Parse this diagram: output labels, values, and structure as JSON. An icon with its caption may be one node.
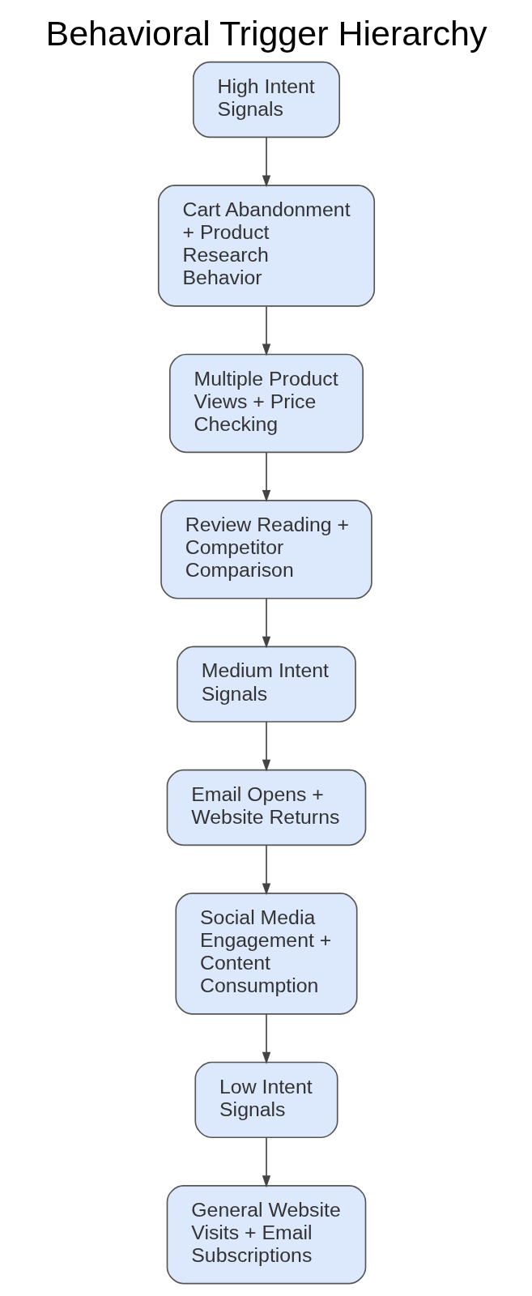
{
  "diagram": {
    "title": "Behavioral Trigger Hierarchy",
    "nodes": [
      {
        "text": [
          "High Intent Signals"
        ]
      },
      {
        "text": [
          "Cart Abandonment + Product Research Behavior"
        ]
      },
      {
        "text": [
          "Multiple Product Views + Price Checking"
        ]
      },
      {
        "text": [
          "Review Reading + Competitor Comparison"
        ]
      },
      {
        "text": [
          "Medium Intent Signals"
        ]
      },
      {
        "text": [
          "Email Opens + Website Returns"
        ]
      },
      {
        "text": [
          "Social Media Engagement + Content Consumption"
        ]
      },
      {
        "text": [
          "Low Intent Signals"
        ]
      },
      {
        "text": [
          "General Website Visits + Email Subscriptions"
        ]
      }
    ],
    "edges": [
      {
        "from": 0,
        "to": 1,
        "arrow": "to"
      },
      {
        "from": 1,
        "to": 2,
        "arrow": "to"
      },
      {
        "from": 2,
        "to": 3,
        "arrow": "to"
      },
      {
        "from": 3,
        "to": 4,
        "arrow": "to"
      },
      {
        "from": 4,
        "to": 5,
        "arrow": "to"
      },
      {
        "from": 5,
        "to": 6,
        "arrow": "to"
      },
      {
        "from": 6,
        "to": 7,
        "arrow": "to"
      },
      {
        "from": 7,
        "to": 8,
        "arrow": "to"
      }
    ]
  }
}
